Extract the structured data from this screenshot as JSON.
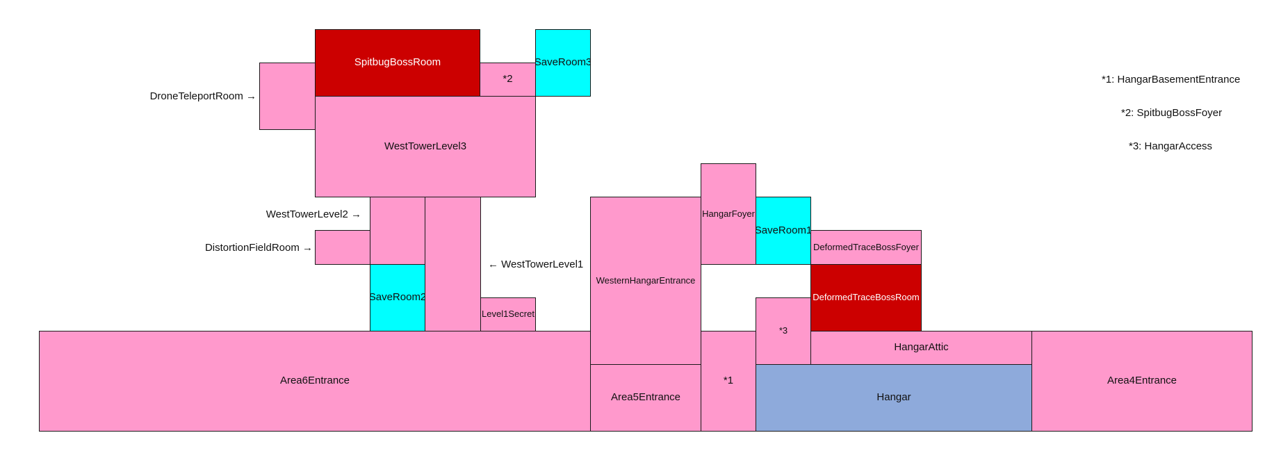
{
  "colors": {
    "room": "#ff99cc",
    "boss_room": "#cc0000",
    "save_room": "#00ffff",
    "hub_room": "#8eaadb",
    "border": "#1a1a1a"
  },
  "rooms": {
    "spitbug_boss_room": "SpitbugBossRoom",
    "spitbug_boss_foyer_ref": "*2",
    "save_room_3": "SaveRoom3",
    "drone_teleport_room": "",
    "west_tower_level3": "WestTowerLevel3",
    "west_tower_level2": "",
    "west_tower_level1": "",
    "distortion_field_room": "",
    "save_room_2": "SaveRoom2",
    "level1_secret": "Level1Secret",
    "area6_entrance": "Area6Entrance",
    "western_hangar_entrance": "WesternHangarEntrance",
    "area5_entrance": "Area5Entrance",
    "hangar_basement_entrance_ref": "*1",
    "hangar_foyer": "HangarFoyer",
    "save_room_1": "SaveRoom1",
    "deformed_trace_boss_foyer": "DeformedTraceBossFoyer",
    "deformed_trace_boss_room": "DeformedTraceBossRoom",
    "hangar_access_ref": "*3",
    "hangar_attic": "HangarAttic",
    "hangar": "Hangar",
    "area4_entrance": "Area4Entrance"
  },
  "callouts": {
    "drone_teleport_room": "DroneTeleportRoom →",
    "west_tower_level2": "WestTowerLevel2 →",
    "distortion_field_room": "DistortionFieldRoom →",
    "west_tower_level1": "← WestTowerLevel1"
  },
  "legend": [
    "*1: HangarBasementEntrance",
    "*2: SpitbugBossFoyer",
    "*3: HangarAccess"
  ]
}
